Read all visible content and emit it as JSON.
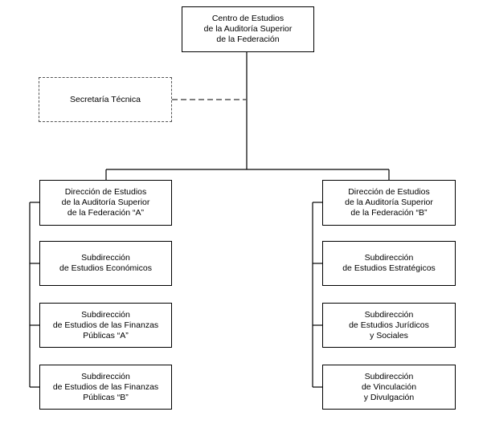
{
  "org_chart": {
    "head": "Centro de Estudios\nde la Auditoría Superior\nde la Federación",
    "staff": "Secretaría Técnica",
    "left_branch": {
      "director": "Dirección de Estudios\nde la Auditoría Superior\nde la Federación “A”",
      "subdirections": [
        "Subdirección\nde Estudios Económicos",
        "Subdirección\nde Estudios de las Finanzas\nPúblicas “A”",
        "Subdirección\nde Estudios de las Finanzas\nPúblicas “B”"
      ]
    },
    "right_branch": {
      "director": "Dirección de Estudios\nde la Auditoría Superior\nde la Federación “B”",
      "subdirections": [
        "Subdirección\nde Estudios Estratégicos",
        "Subdirección\nde Estudios Jurídicos\ny Sociales",
        "Subdirección\nde Vinculación\ny Divulgación"
      ]
    }
  }
}
